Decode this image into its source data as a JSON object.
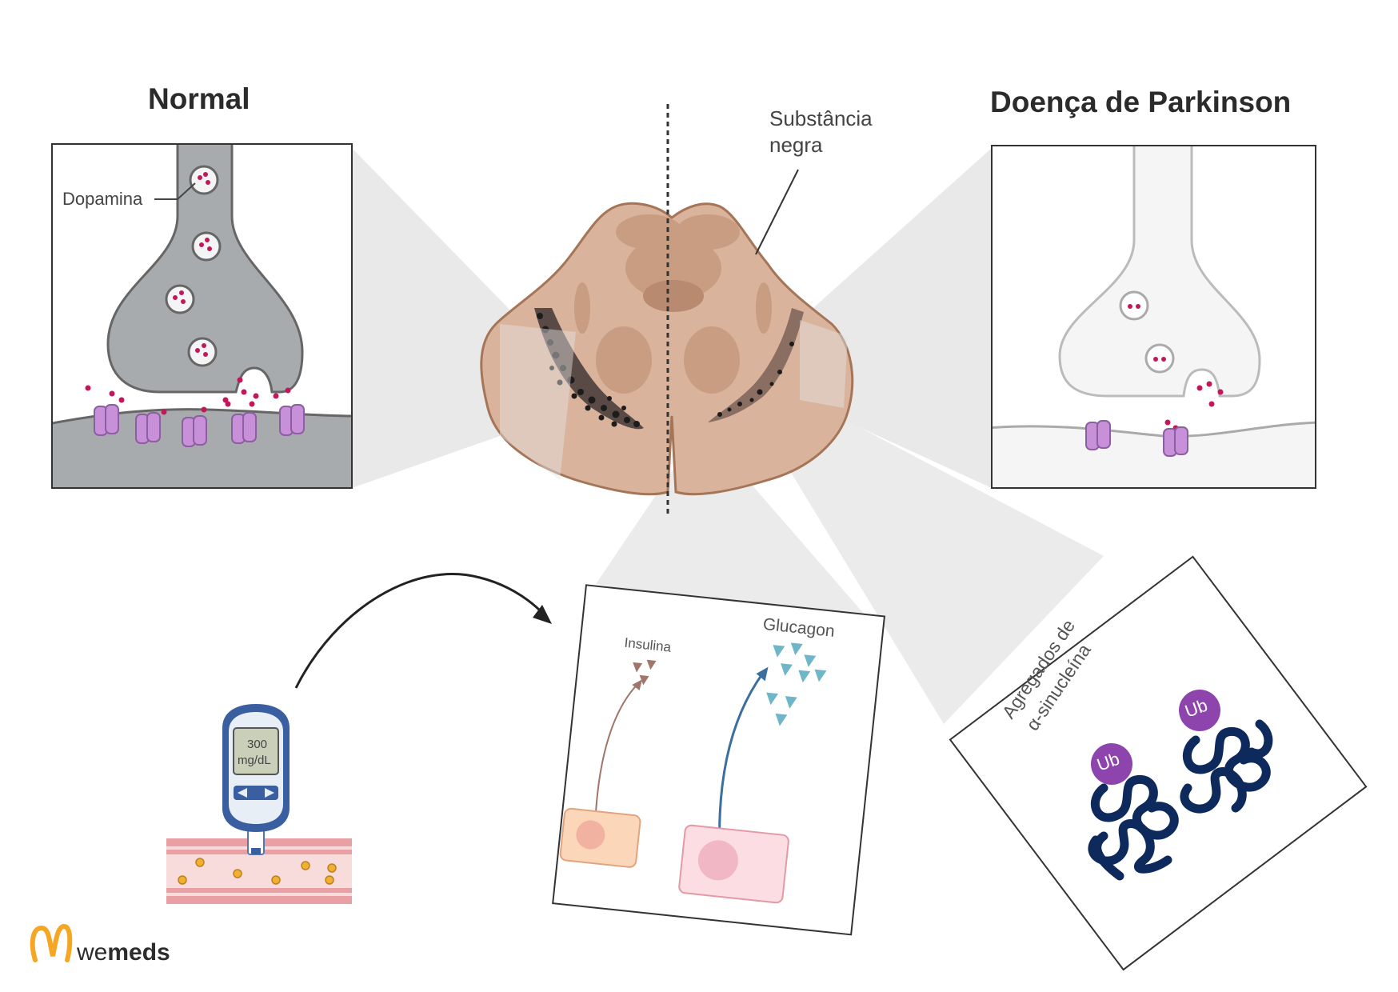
{
  "titles": {
    "normal": "Normal",
    "parkinson": "Doença de Parkinson"
  },
  "labels": {
    "dopamine": "Dopamina",
    "substantia_line1": "Substância",
    "substantia_line2": "negra",
    "insulin": "Insulina",
    "glucagon": "Glucagon",
    "aggregates_line1": "Agregados de",
    "aggregates_line2": "α-sinucleína",
    "ubiquitin": "Ub"
  },
  "glucometer": {
    "reading_value": "300",
    "reading_unit": "mg/dL"
  },
  "logo": {
    "prefix": "we",
    "suffix": "meds",
    "brand_color": "#f5a623"
  },
  "colors": {
    "neuron_normal": "#a8abad",
    "neuron_pd": "#f5f5f5",
    "receptor": "#c890d8",
    "dopamine_dot": "#c2185b",
    "brain_tissue": "#d9b39b",
    "melanin": "#2a2a2a",
    "aggregate": "#0e2a5c",
    "ub": "#8e44ad",
    "glucagon": "#6fb6c9",
    "insulin": "#a0756a"
  }
}
